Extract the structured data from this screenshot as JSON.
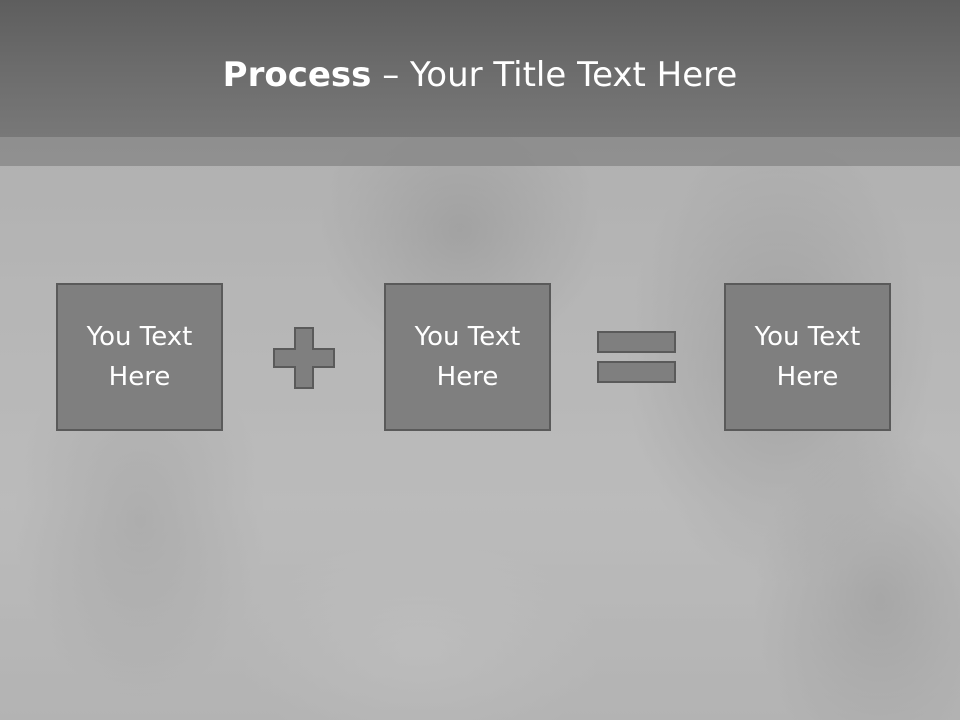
{
  "slide": {
    "title_bold": "Process",
    "title_separator": " – ",
    "title_rest": "Your Title Text Here"
  },
  "process": {
    "boxes": [
      {
        "text": "You Text\nHere"
      },
      {
        "text": "You Text\nHere"
      },
      {
        "text": "You Text\nHere"
      }
    ],
    "operators": [
      "plus-icon",
      "equals-icon"
    ]
  },
  "colors": {
    "header": "#666666",
    "box_fill": "#7f7f7f",
    "box_border": "#5a5a5a",
    "text": "#ffffff"
  }
}
